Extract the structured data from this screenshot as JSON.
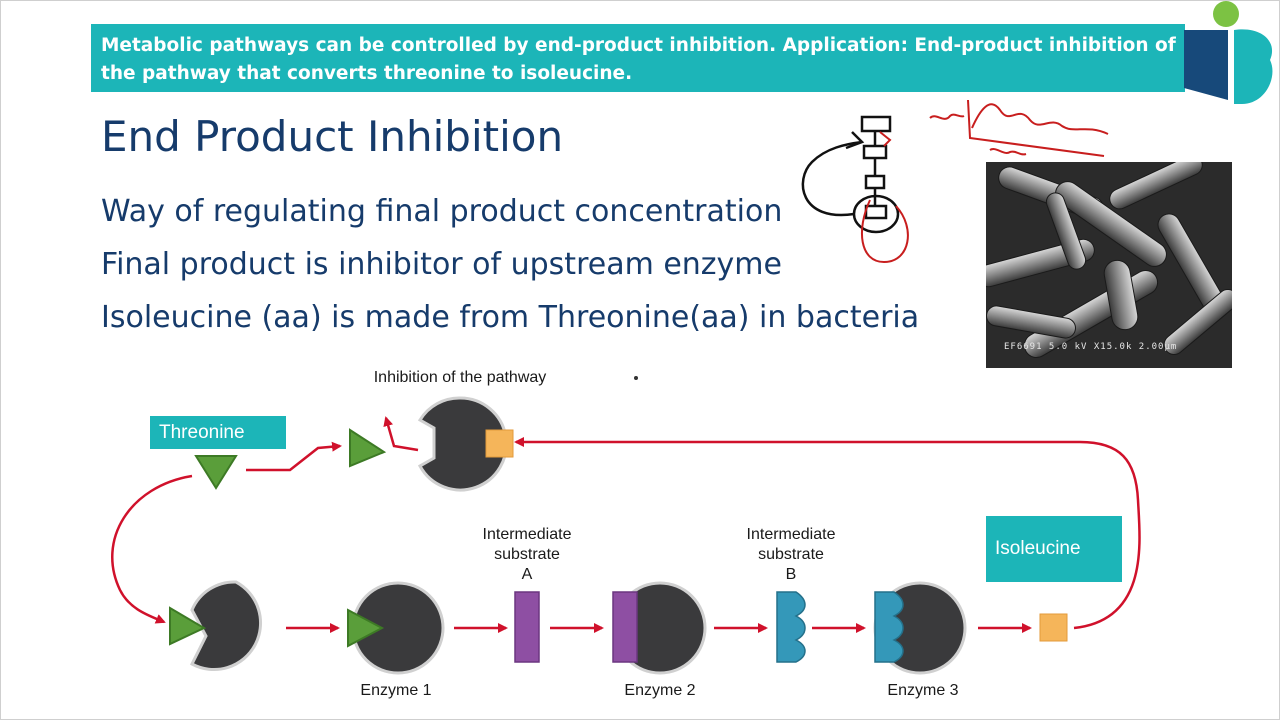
{
  "banner": {
    "text": "Metabolic pathways can be controlled by end-product inhibition. Application: End-product inhibition of the pathway that converts threonine to isoleucine."
  },
  "slide": {
    "title": "End Product Inhibition",
    "bullets": [
      "Way of regulating final product concentration",
      "Final product is inhibitor of upstream enzyme",
      "Isoleucine (aa) is made from Threonine(aa) in bacteria"
    ]
  },
  "photo": {
    "caption": "EF6691 5.0 kV X15.0k 2.00µm"
  },
  "diagram": {
    "inhibition_label": "Inhibition of the pathway",
    "threonine_label": "Threonine",
    "isoleucine_label": "Isoleucine",
    "intermediate_a": [
      "Intermediate",
      "substrate",
      "A"
    ],
    "intermediate_b": [
      "Intermediate",
      "substrate",
      "B"
    ],
    "enzyme_labels": [
      "Enzyme 1",
      "Enzyme 2",
      "Enzyme 3"
    ]
  },
  "colors": {
    "teal": "#1cb5b8",
    "navy": "#163b6b",
    "enzyme": "#3a3a3c",
    "arrow": "#d0112b",
    "threonine": "#5a9e3a",
    "substrate_a": "#8e4fa3",
    "substrate_b": "#3498b9",
    "isoleucine": "#f5b55a"
  }
}
